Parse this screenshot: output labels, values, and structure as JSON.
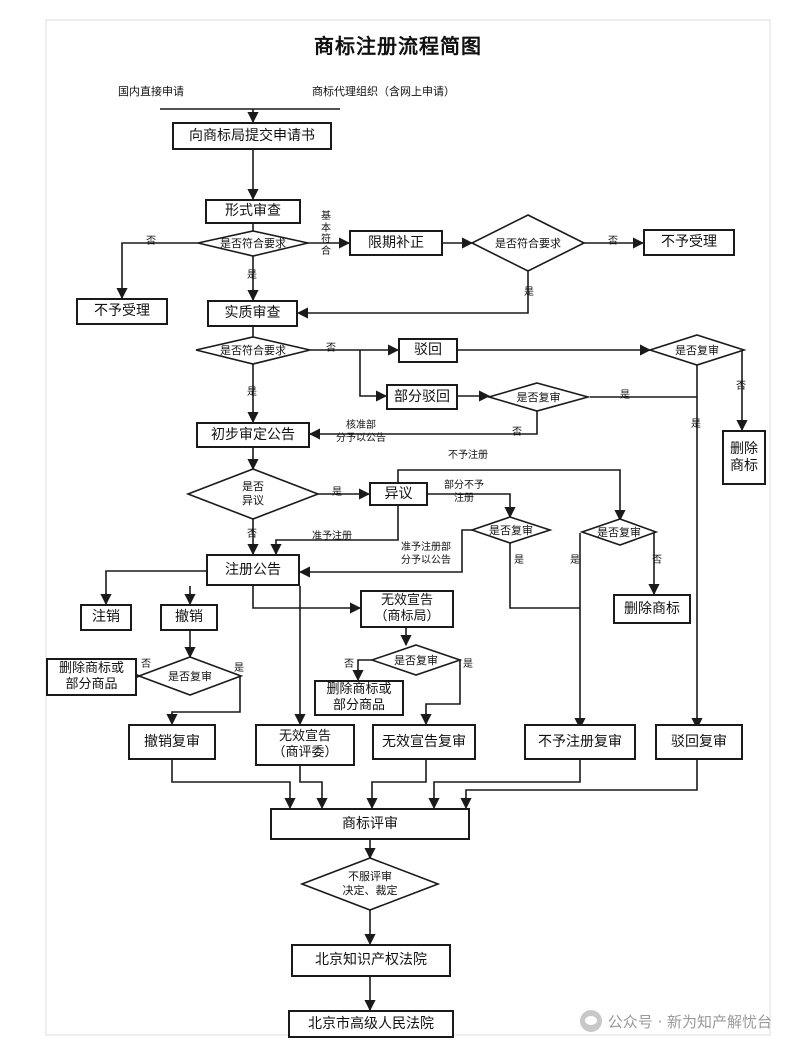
{
  "title": "商标注册流程简图",
  "top_labels": {
    "domestic": "国内直接申请",
    "agency": "商标代理组织（含网上申请）"
  },
  "boxes": {
    "submit": "向商标局提交申请书",
    "formal": "形式审查",
    "correction": "限期补正",
    "reject_left": "不予受理",
    "reject_right": "不予受理",
    "substantive": "实质审查",
    "rejected": "驳回",
    "partial_reject": "部分驳回",
    "delete_mark": "删除\n商标",
    "prelim": "初步审定公告",
    "objection": "异议",
    "reg_announce": "注册公告",
    "delete_mark2": "删除商标",
    "cancel_write": "注销",
    "revoke": "撤销",
    "invalid_office": "无效宣告\n（商标局）",
    "delete_partial_left": "删除商标或\n部分商品",
    "delete_partial_mid": "删除商标或\n部分商品",
    "revoke_review": "撤销复审",
    "invalid_trab": "无效宣告\n（商评委）",
    "invalid_review": "无效宣告复审",
    "noreg_review": "不予注册复审",
    "reject_review": "驳回复审",
    "trab": "商标评审",
    "ip_court": "北京知识产权法院",
    "high_court": "北京市高级人民法院"
  },
  "diamonds": {
    "d_meets1": "是否符合要求",
    "d_meets2": "是否符合要求",
    "d_meets3": "是否符合要求",
    "d_review_top": "是否复审",
    "d_review_mid": "是否复审",
    "d_objection": "是否\n异议",
    "d_review_obj": "是否复审",
    "d_review_obj2": "是否复审",
    "d_review_revoke": "是否复审",
    "d_review_invalid": "是否复审",
    "d_dissatisfied": "不服评审\n决定、裁定"
  },
  "edge_labels": {
    "no_1": "否",
    "yes_1": "是",
    "basic_meets": "基\n本\n符\n合",
    "no_2": "否",
    "yes_2": "是",
    "no_3": "否",
    "yes_3": "是",
    "no_4": "否",
    "yes_4": "是",
    "yes_5": "是",
    "approve_partial": "核准部\n分予以公告",
    "no_5": "否",
    "yes_6": "是",
    "no_6": "否",
    "not_register": "不予注册",
    "partial_not": "部分不予\n注册",
    "approve_reg": "准予注册",
    "approve_partial_reg": "准予注册部\n分予以公告",
    "yes_7": "是",
    "yes_8": "是",
    "no_7": "否",
    "no_8": "否",
    "yes_9": "是",
    "no_9": "否",
    "yes_10": "是"
  },
  "watermark": "公众号 · 新为知产解忧台"
}
